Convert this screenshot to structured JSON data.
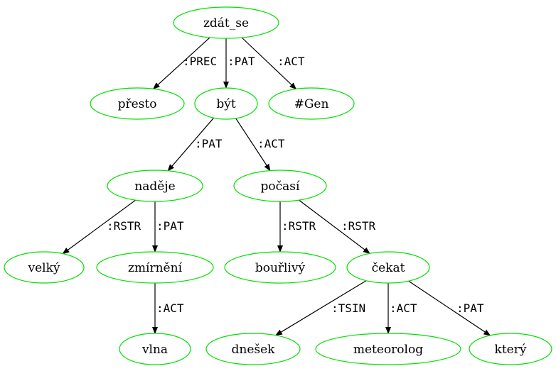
{
  "tree": {
    "nodes": [
      {
        "id": "zdat_se",
        "label": "zdát_se"
      },
      {
        "id": "presto",
        "label": "přesto"
      },
      {
        "id": "byt",
        "label": "být"
      },
      {
        "id": "gen",
        "label": "#Gen"
      },
      {
        "id": "nadeje",
        "label": "naděje"
      },
      {
        "id": "pocasi",
        "label": "počasí"
      },
      {
        "id": "velky",
        "label": "velký"
      },
      {
        "id": "zmirneni",
        "label": "zmírnění"
      },
      {
        "id": "bourlivy",
        "label": "bouřlivý"
      },
      {
        "id": "cekat",
        "label": "čekat"
      },
      {
        "id": "vlna",
        "label": "vlna"
      },
      {
        "id": "dnesek",
        "label": "dnešek"
      },
      {
        "id": "meteorolog",
        "label": "meteorolog"
      },
      {
        "id": "ktery",
        "label": "který"
      }
    ],
    "edges": [
      {
        "from": "zdat_se",
        "to": "presto",
        "label": ":PREC"
      },
      {
        "from": "zdat_se",
        "to": "byt",
        "label": ":PAT"
      },
      {
        "from": "zdat_se",
        "to": "gen",
        "label": ":ACT"
      },
      {
        "from": "byt",
        "to": "nadeje",
        "label": ":PAT"
      },
      {
        "from": "byt",
        "to": "pocasi",
        "label": ":ACT"
      },
      {
        "from": "nadeje",
        "to": "velky",
        "label": ":RSTR"
      },
      {
        "from": "nadeje",
        "to": "zmirneni",
        "label": ":PAT"
      },
      {
        "from": "pocasi",
        "to": "bourlivy",
        "label": ":RSTR"
      },
      {
        "from": "pocasi",
        "to": "cekat",
        "label": ":RSTR"
      },
      {
        "from": "zmirneni",
        "to": "vlna",
        "label": ":ACT"
      },
      {
        "from": "cekat",
        "to": "dnesek",
        "label": ":TSIN"
      },
      {
        "from": "cekat",
        "to": "meteorolog",
        "label": ":ACT"
      },
      {
        "from": "cekat",
        "to": "ktery",
        "label": ":PAT"
      }
    ]
  },
  "colors": {
    "node_stroke": "#00e000",
    "edge": "#000000",
    "text": "#000000",
    "background": "#ffffff"
  }
}
